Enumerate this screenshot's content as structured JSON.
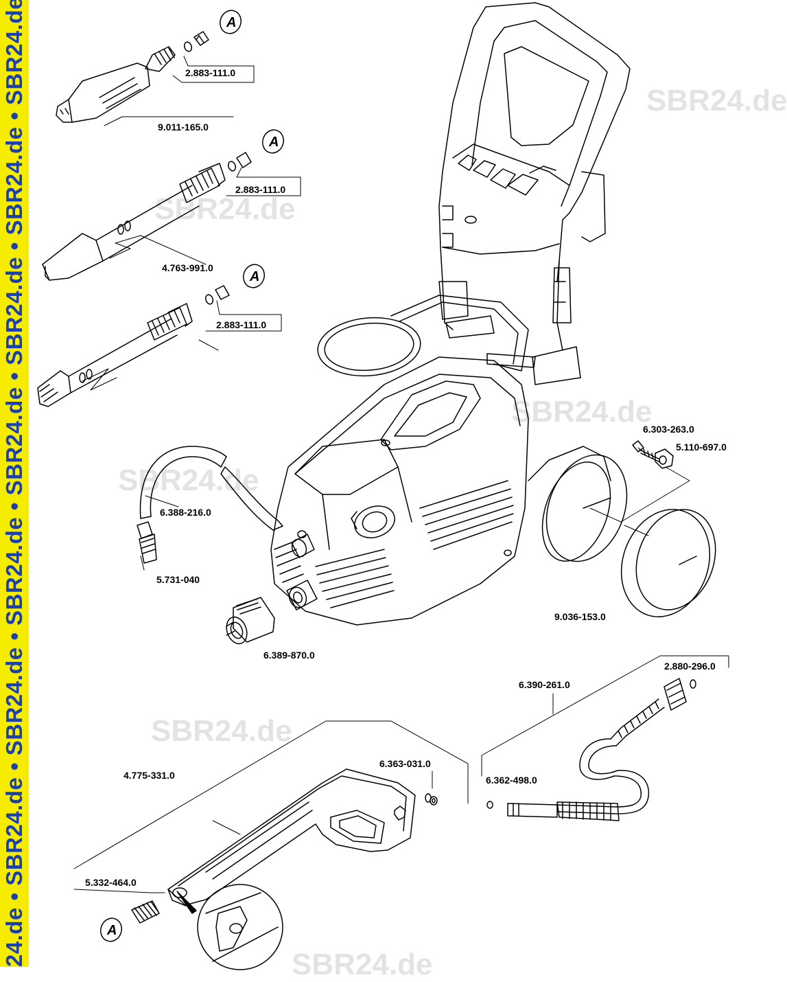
{
  "sidebar": {
    "text": "24.de • SBR24.de • SBR24.de • SBR24.de • SBR24.de • SBR24.de • SBR24.de • SBR24.de • SBR"
  },
  "watermarks": [
    "SBR24.de",
    "SBR24.de",
    "SBR24.de",
    "SBR24.de",
    "SBR24.de",
    "SBR24.de"
  ],
  "markers": [
    "A",
    "A",
    "A",
    "A"
  ],
  "parts": [
    "2.883-111.0",
    "9.011-165.0",
    "2.883-111.0",
    "4.763-991.0",
    "2.883-111.0",
    "6.303-263.0",
    "5.110-697.0",
    "6.388-216.0",
    "5.731-040",
    "9.036-153.0",
    "6.389-870.0",
    "2.880-296.0",
    "6.390-261.0",
    "6.363-031.0",
    "4.775-331.0",
    "6.362-498.0",
    "5.332-464.0"
  ]
}
